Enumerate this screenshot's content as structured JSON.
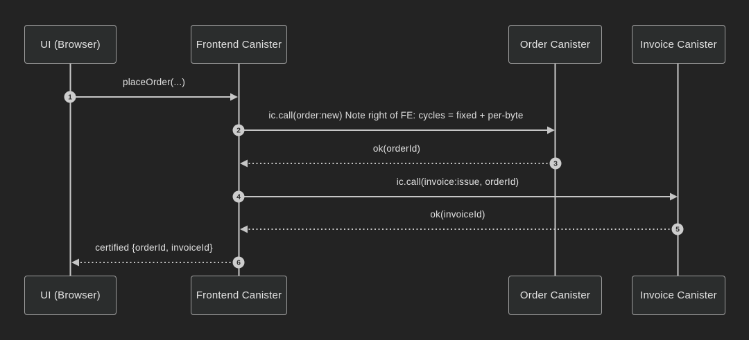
{
  "diagram": {
    "type": "sequence",
    "theme": {
      "background": "#232323",
      "box_fill": "#2b2d2d",
      "box_border": "#9e9e9e",
      "line_color": "#c6c6c6",
      "text_color": "#e0e0e0",
      "badge_fill": "#cdcdcd",
      "badge_text": "#2d2d2d"
    },
    "actors": [
      {
        "name": "UI (Browser)"
      },
      {
        "name": "Frontend Canister"
      },
      {
        "name": "Order Canister"
      },
      {
        "name": "Invoice Canister"
      }
    ],
    "messages": [
      {
        "seq": "1",
        "label": "placeOrder(...)",
        "from": "UI (Browser)",
        "to": "Frontend Canister",
        "style": "solid"
      },
      {
        "seq": "2",
        "label": "ic.call(order:new) Note right of FE: cycles = fixed + per-byte",
        "from": "Frontend Canister",
        "to": "Order Canister",
        "style": "solid"
      },
      {
        "seq": "3",
        "label": "ok(orderId)",
        "from": "Order Canister",
        "to": "Frontend Canister",
        "style": "dotted"
      },
      {
        "seq": "4",
        "label": "ic.call(invoice:issue, orderId)",
        "from": "Frontend Canister",
        "to": "Invoice Canister",
        "style": "solid"
      },
      {
        "seq": "5",
        "label": "ok(invoiceId)",
        "from": "Invoice Canister",
        "to": "Frontend Canister",
        "style": "dotted"
      },
      {
        "seq": "6",
        "label": "certified {orderId, invoiceId}",
        "from": "Frontend Canister",
        "to": "UI (Browser)",
        "style": "dotted"
      }
    ]
  }
}
